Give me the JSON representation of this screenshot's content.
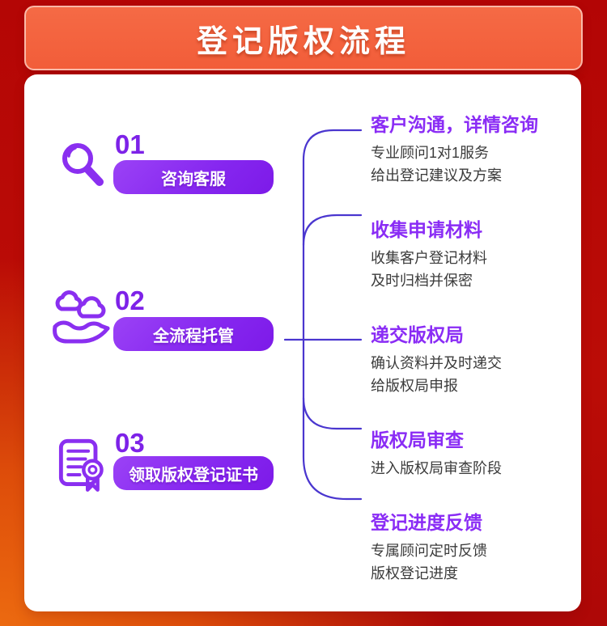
{
  "banner": {
    "title": "登记版权流程"
  },
  "colors": {
    "accent_purple": "#8a2bf2",
    "line_indigo": "#4a36cf",
    "banner_orange": "#f25d39",
    "background_dark_red": "#b30505",
    "background_orange": "#ec6a10",
    "body_text": "#3b3b3b"
  },
  "steps": [
    {
      "number": "01",
      "label": "咨询客服",
      "icon": "magnifier-icon"
    },
    {
      "number": "02",
      "label": "全流程托管",
      "icon": "hand-clouds-icon"
    },
    {
      "number": "03",
      "label": "领取版权登记证书",
      "icon": "certificate-icon"
    }
  ],
  "details": [
    {
      "title": "客户沟通，详情咨询",
      "lines": [
        "专业顾问1对1服务",
        "给出登记建议及方案"
      ]
    },
    {
      "title": "收集申请材料",
      "lines": [
        "收集客户登记材料",
        "及时归档并保密"
      ]
    },
    {
      "title": "递交版权局",
      "lines": [
        "确认资料并及时递交",
        "给版权局申报"
      ]
    },
    {
      "title": "版权局审查",
      "lines": [
        "进入版权局审查阶段"
      ]
    },
    {
      "title": "登记进度反馈",
      "lines": [
        "专属顾问定时反馈",
        "版权登记进度"
      ]
    }
  ]
}
